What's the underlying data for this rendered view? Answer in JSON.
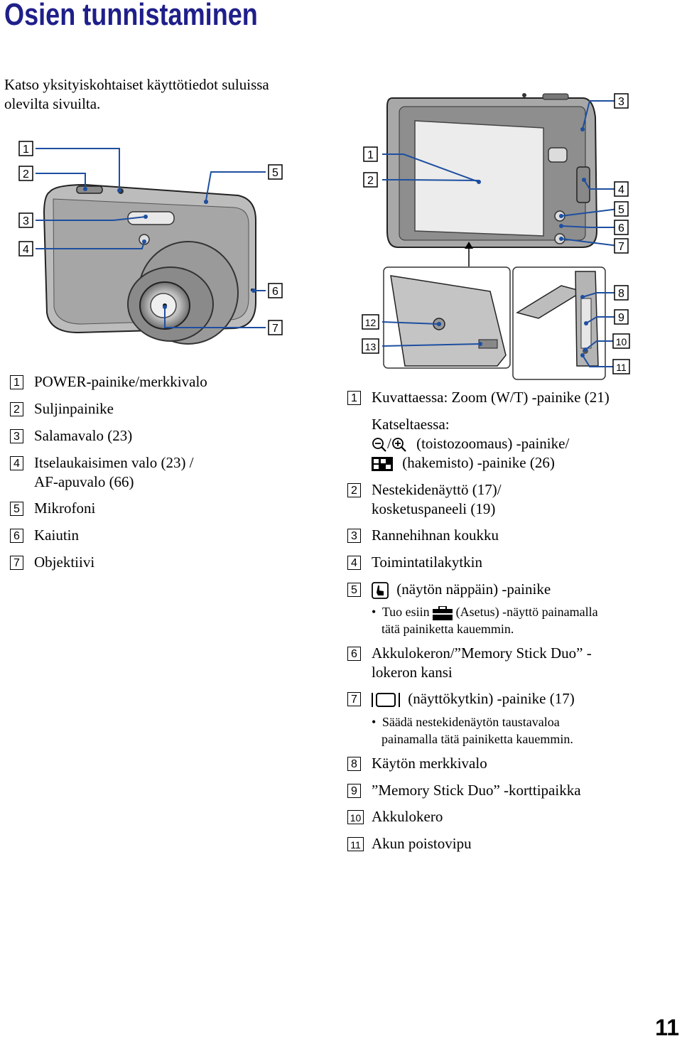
{
  "page": {
    "title": "Osien tunnistaminen",
    "intro": "Katso yksityiskohtaiset käyttötiedot suluissa olevilta sivuilta.",
    "page_number": "11"
  },
  "front_diagram": {
    "callouts": [
      "1",
      "2",
      "3",
      "4",
      "5",
      "6",
      "7"
    ]
  },
  "back_diagram": {
    "callouts": [
      "1",
      "2",
      "3",
      "4",
      "5",
      "6",
      "7",
      "8",
      "9",
      "10",
      "11",
      "12",
      "13"
    ]
  },
  "left_list": [
    {
      "num": "1",
      "text": "POWER-painike/merkkivalo"
    },
    {
      "num": "2",
      "text": "Suljinpainike"
    },
    {
      "num": "3",
      "text": "Salamavalo (23)"
    },
    {
      "num": "4",
      "text": "Itselaukaisimen valo (23) /",
      "text2": "AF-apuvalo (66)"
    },
    {
      "num": "5",
      "text": "Mikrofoni"
    },
    {
      "num": "6",
      "text": "Kaiutin"
    },
    {
      "num": "7",
      "text": "Objektiivi"
    }
  ],
  "right_list": {
    "i1": {
      "num": "1",
      "line1": "Kuvattaessa: Zoom (W/T) -painike (21)",
      "line2": "Katseltaessa:",
      "line3": "(toistozoomaus) -painike/",
      "line4": "(hakemisto) -painike (26)"
    },
    "i2": {
      "num": "2",
      "line1": "Nestekidenäyttö (17)/",
      "line2": "kosketuspaneeli (19)"
    },
    "i3": {
      "num": "3",
      "line1": "Rannehihnan koukku"
    },
    "i4": {
      "num": "4",
      "line1": "Toimintatilakytkin"
    },
    "i5": {
      "num": "5",
      "line1": "(näytön näppäin) -painike",
      "bullet_a": "Tuo esiin",
      "bullet_b": "(Asetus) -näyttö painamalla",
      "bullet_c": "tätä painiketta kauemmin."
    },
    "i6": {
      "num": "6",
      "line1": "Akkulokeron/”Memory Stick Duo” -",
      "line2": "lokeron kansi"
    },
    "i7": {
      "num": "7",
      "line1": "(näyttökytkin) -painike (17)",
      "bullet_a": "Säädä nestekidenäytön taustavaloa",
      "bullet_b": "painamalla tätä painiketta kauemmin."
    },
    "i8": {
      "num": "8",
      "line1": "Käytön merkkivalo"
    },
    "i9": {
      "num": "9",
      "line1": "”Memory Stick Duo” -korttipaikka"
    },
    "i10": {
      "num": "10",
      "line1": "Akkulokero"
    },
    "i11": {
      "num": "11",
      "line1": "Akun poistovipu"
    }
  }
}
